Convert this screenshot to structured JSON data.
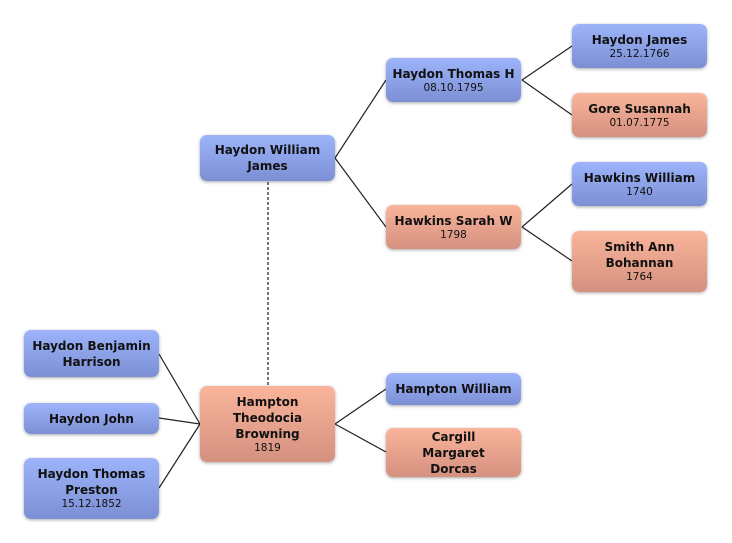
{
  "colors": {
    "male": "#8ea2e8",
    "female": "#e8a28d"
  },
  "people": {
    "haydon_william_james": {
      "name": "Haydon William James",
      "date": ""
    },
    "haydon_thomas_h": {
      "name": "Haydon Thomas H",
      "date": "08.10.1795"
    },
    "hawkins_sarah_w": {
      "name": "Hawkins Sarah W",
      "date": "1798"
    },
    "haydon_james": {
      "name": "Haydon James",
      "date": "25.12.1766"
    },
    "gore_susannah": {
      "name": "Gore Susannah",
      "date": "01.07.1775"
    },
    "hawkins_william": {
      "name": "Hawkins William",
      "date": "1740"
    },
    "smith_ann_bohannan": {
      "name": "Smith Ann Bohannan",
      "date": "1764"
    },
    "hampton_theodocia_browning": {
      "name": "Hampton Theodocia Browning",
      "date": "1819"
    },
    "hampton_william": {
      "name": "Hampton William",
      "date": ""
    },
    "cargill_margaret_dorcas": {
      "name": "Cargill Margaret Dorcas",
      "date": ""
    },
    "haydon_benjamin_harrison": {
      "name": "Haydon Benjamin Harrison",
      "date": ""
    },
    "haydon_john": {
      "name": "Haydon John",
      "date": ""
    },
    "haydon_thomas_preston": {
      "name": "Haydon Thomas Preston",
      "date": "15.12.1852"
    }
  }
}
